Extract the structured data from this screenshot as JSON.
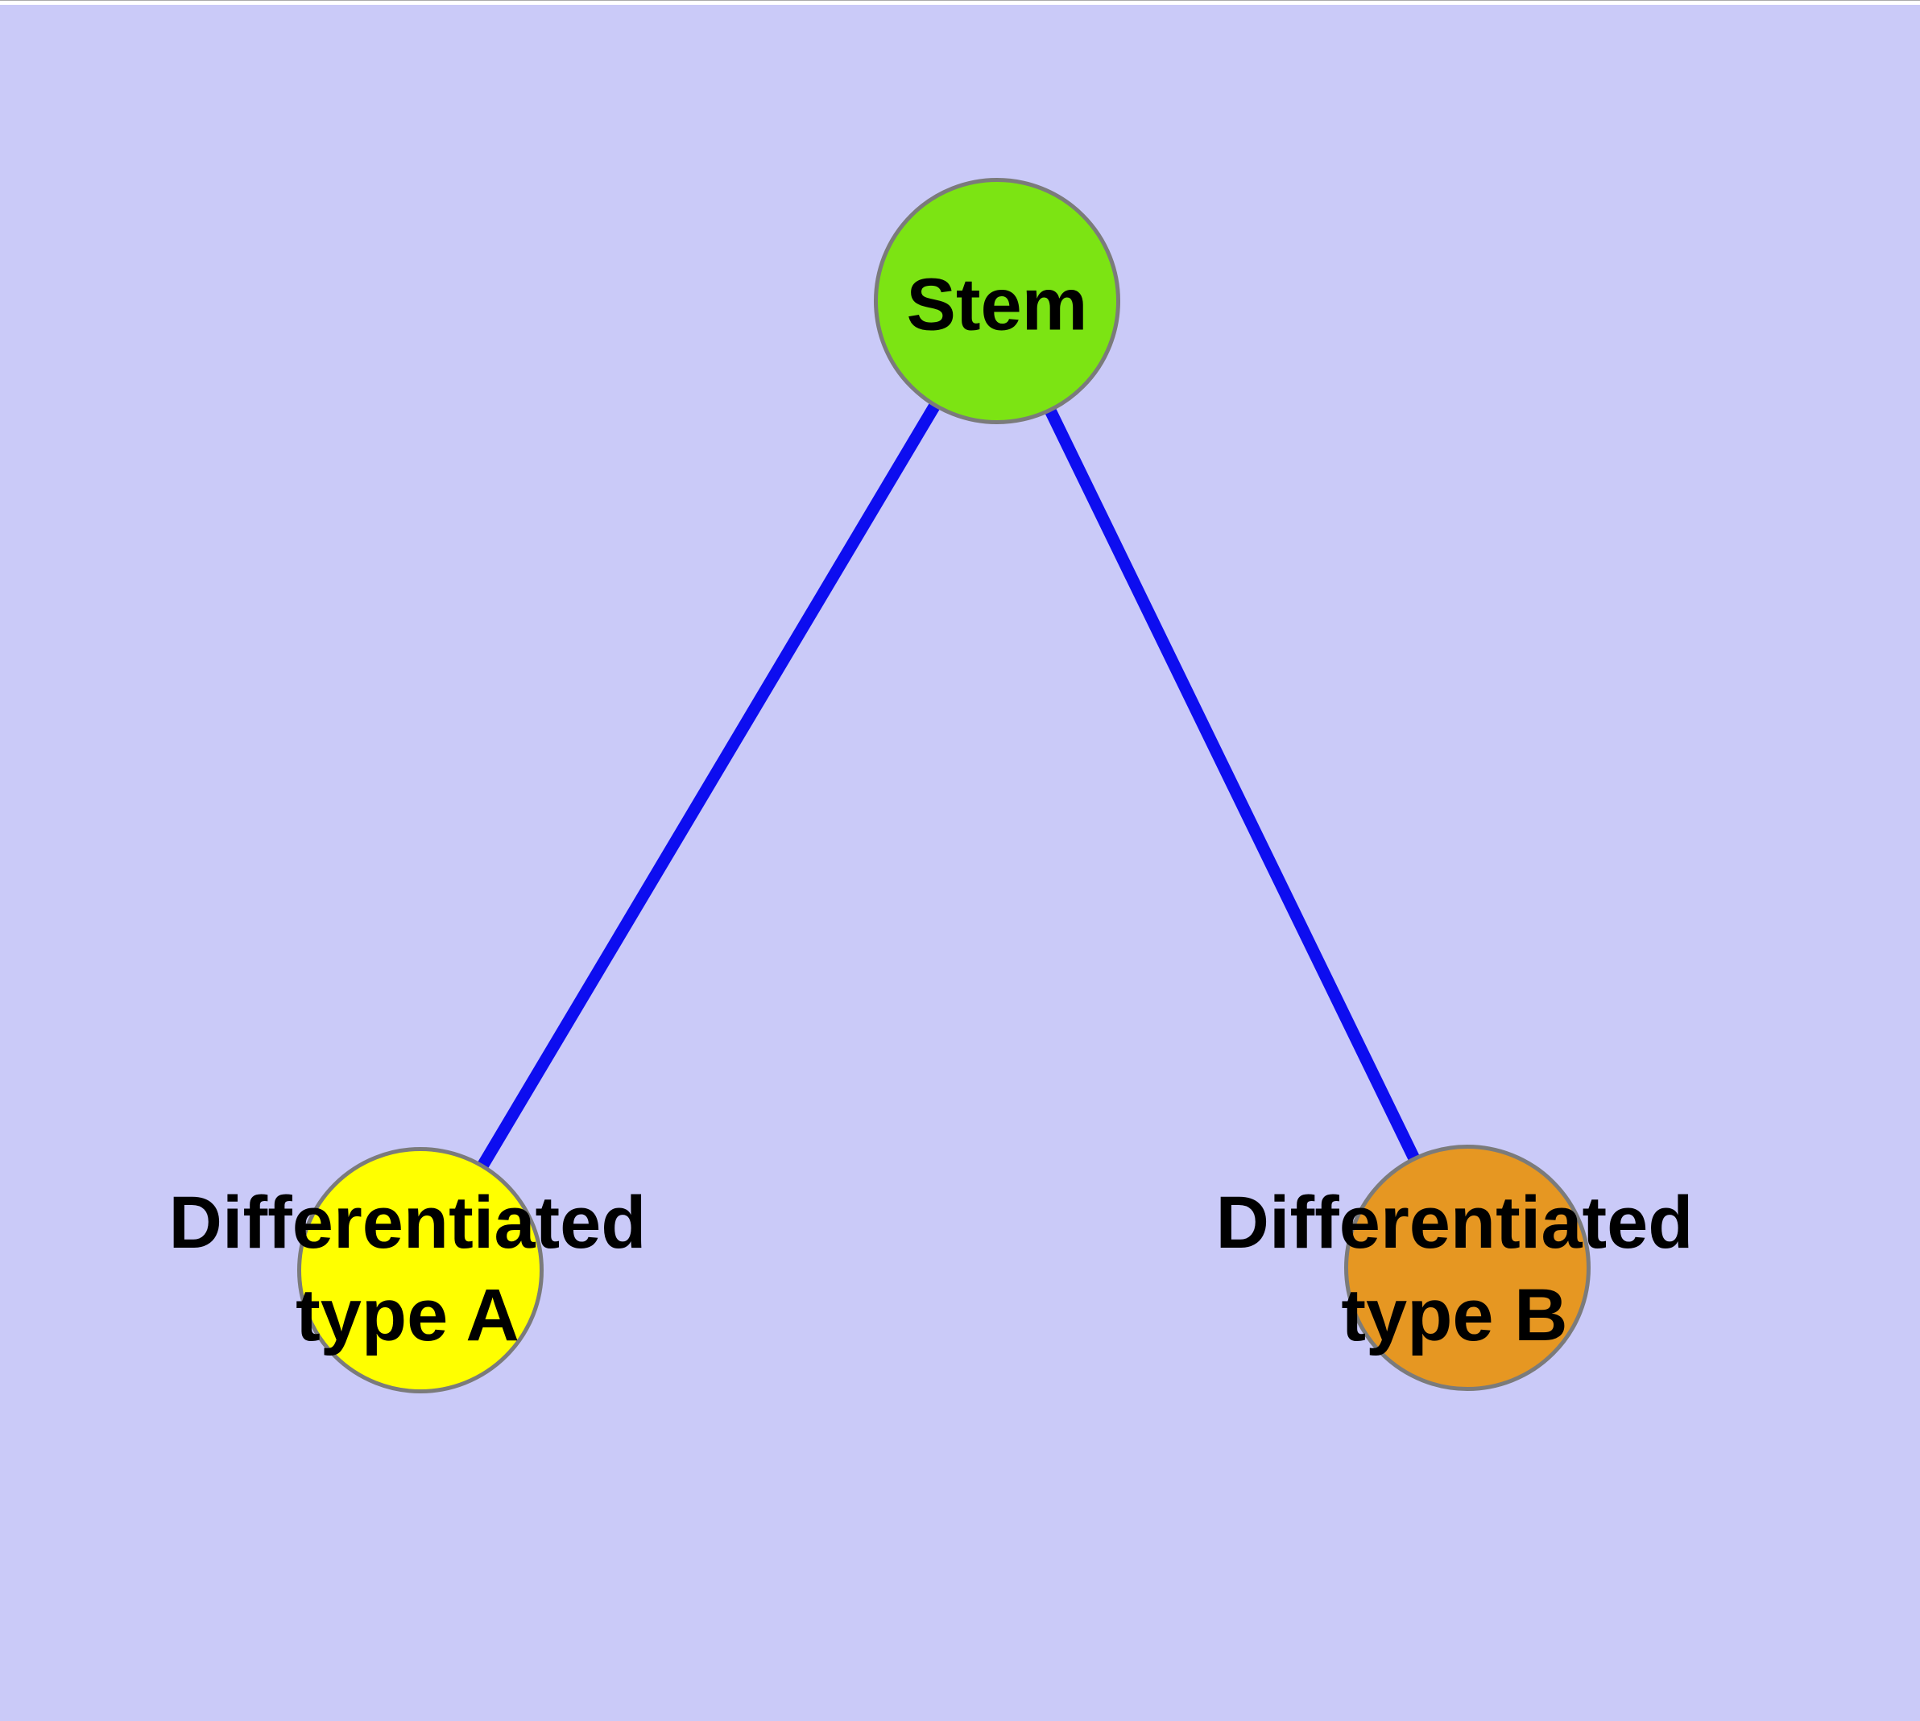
{
  "window": {
    "top_strip_color": "#ffffff"
  },
  "canvas": {
    "background": "#cacaf8"
  },
  "diagram": {
    "type": "graph",
    "edge_color": "#0d0df0",
    "node_border_color": "#7b7b7b",
    "label_color": "#000000",
    "nodes": [
      {
        "id": "stem",
        "label": "Stem",
        "fill": "#7ce413"
      },
      {
        "id": "type-a",
        "label": "Differentiated\ntype A",
        "fill": "#ffff00"
      },
      {
        "id": "type-b",
        "label": "Differentiated\ntype B",
        "fill": "#e69722"
      }
    ],
    "edges": [
      {
        "from": "stem",
        "to": "type-a"
      },
      {
        "from": "stem",
        "to": "type-b"
      }
    ]
  }
}
